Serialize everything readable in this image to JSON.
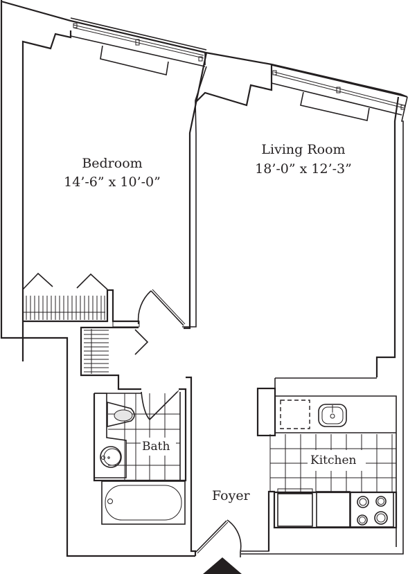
{
  "floorplan": {
    "rooms": [
      {
        "id": "bedroom",
        "name": "Bedroom",
        "dimensions": "14’-6” x 10’-0”"
      },
      {
        "id": "living-room",
        "name": "Living Room",
        "dimensions": "18’-0” x 12’-3”"
      },
      {
        "id": "bath",
        "name": "Bath"
      },
      {
        "id": "kitchen",
        "name": "Kitchen"
      },
      {
        "id": "foyer",
        "name": "Foyer"
      }
    ],
    "entry_marker": "entry-arrow",
    "colors": {
      "line": "#231f20",
      "background": "#ffffff",
      "toilet_fill": "#e6e6e6"
    }
  }
}
